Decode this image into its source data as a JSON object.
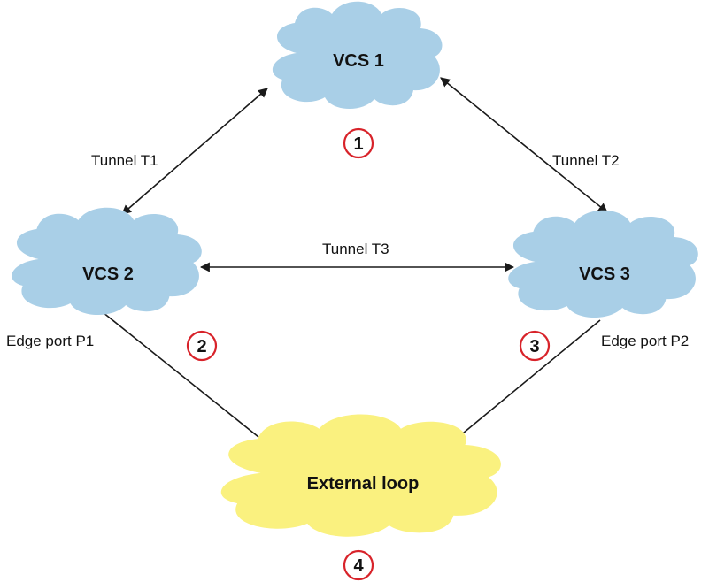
{
  "colors": {
    "vcs_cloud": "#a9cfe7",
    "loop_cloud": "#faf17f",
    "line": "#1a1a1a",
    "badge_ring": "#d8232a"
  },
  "clouds": {
    "vcs1": "VCS 1",
    "vcs2": "VCS 2",
    "vcs3": "VCS 3",
    "loop": "External loop"
  },
  "links": {
    "t1": "Tunnel T1",
    "t2": "Tunnel T2",
    "t3": "Tunnel T3",
    "p1": "Edge port P1",
    "p2": "Edge port P2"
  },
  "badges": {
    "b1": "1",
    "b2": "2",
    "b3": "3",
    "b4": "4"
  }
}
